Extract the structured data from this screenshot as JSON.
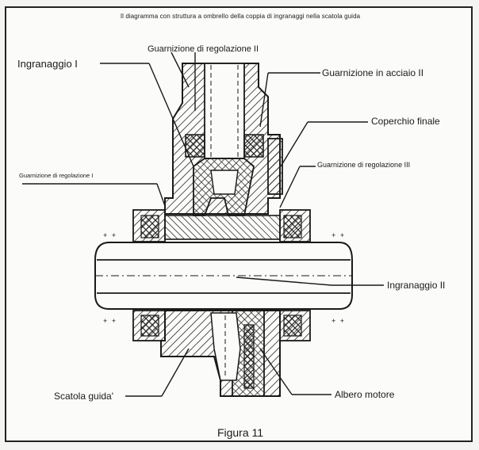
{
  "title": "Il diagramma con struttura a ombrello della coppia di ingranaggi nella scatola guida",
  "caption": "Figura 11",
  "labels": {
    "ingranaggio_1": "Ingranaggio I",
    "guarnizione_regolazione_2": "Guarnizione di regolazione II",
    "guarnizione_acciaio_2": "Guarnizione in acciaio II",
    "coperchio_finale": "Coperchio finale",
    "guarnizione_regolazione_1": "Guarnizione di regolazione I",
    "guarnizione_regolazione_3": "Guarnizione di regolazione III",
    "ingranaggio_2": "Ingranaggio II",
    "scatola_guida": "Scatola guida'",
    "albero_motore": "Albero motore"
  },
  "colors": {
    "ink": "#1a1a1a",
    "hatch": "#2a2a2a",
    "paper": "#fbfbf9"
  }
}
